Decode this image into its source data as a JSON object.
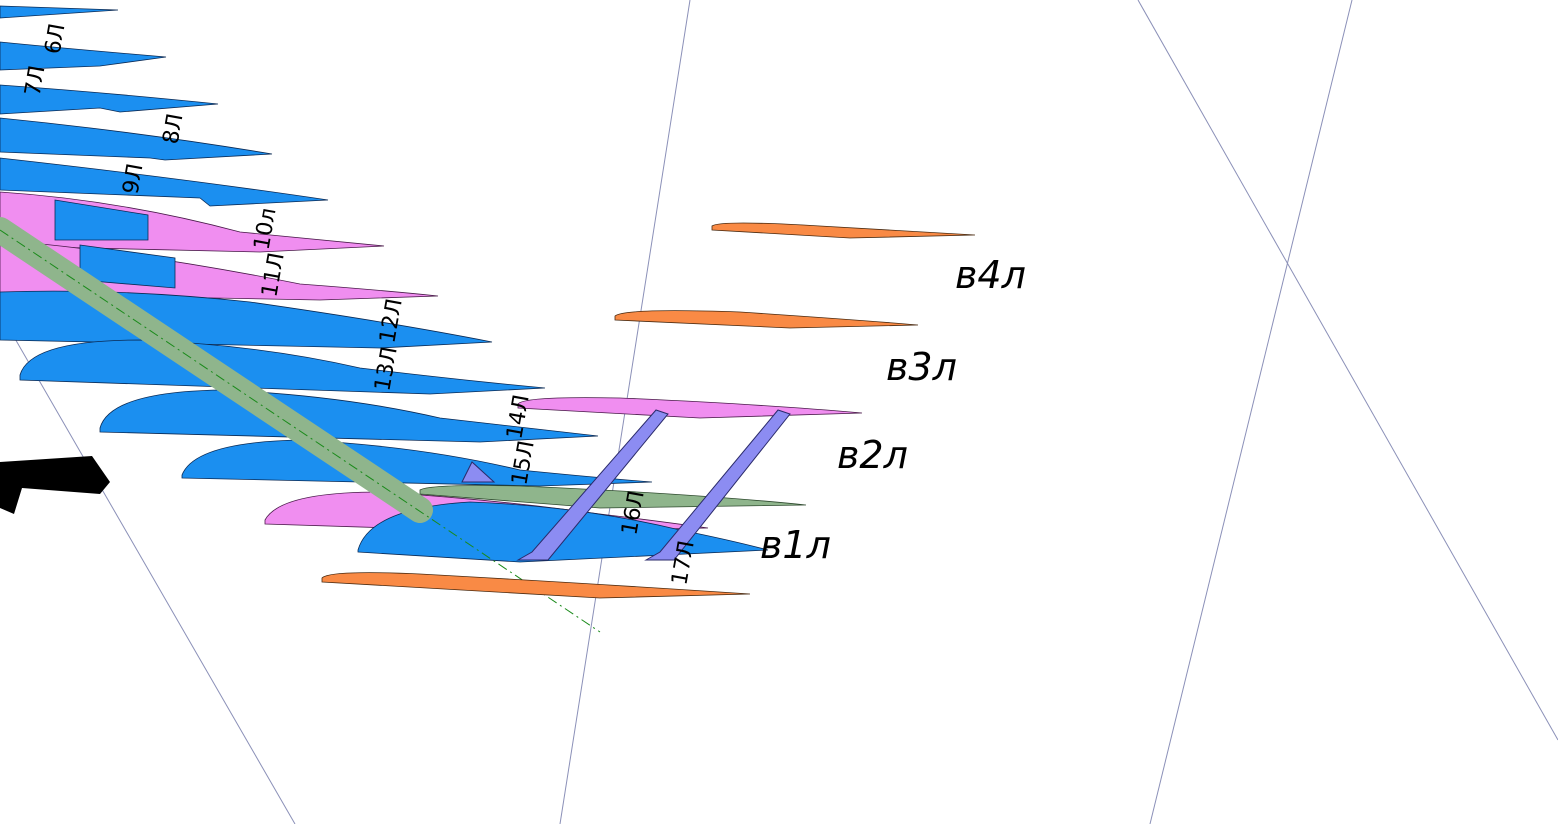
{
  "scene": {
    "rib_labels": [
      "6Л",
      "7Л",
      "8Л",
      "9Л",
      "10л",
      "11Л",
      "12Л",
      "13Л",
      "14Л",
      "15Л",
      "16Л",
      "17Л"
    ],
    "part_labels": [
      "в4л",
      "в3л",
      "в2л",
      "в1л"
    ],
    "colors": {
      "rib_blue": "#1b8ff0",
      "rib_pink": "#f08ef0",
      "part_orange": "#f98a45",
      "spar_green": "#8fb58c",
      "bracket_violet": "#8c8cf2",
      "guide_line": "#8b90b8"
    }
  }
}
